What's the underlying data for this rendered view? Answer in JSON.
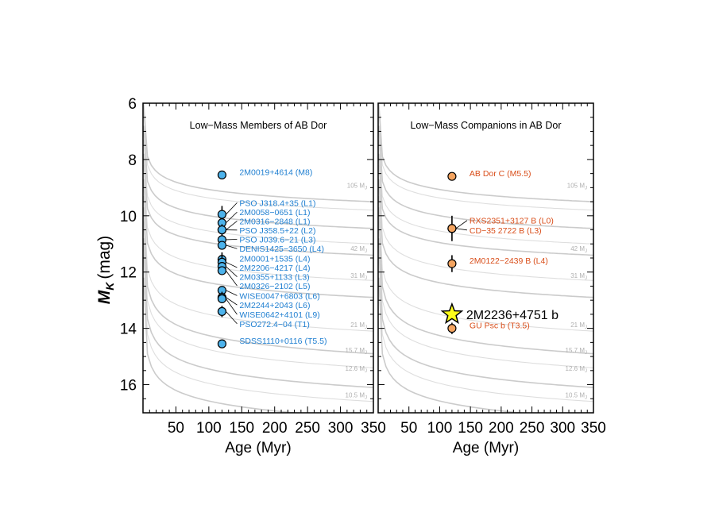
{
  "figure": {
    "ylabel_main": "M",
    "ylabel_sub": "K",
    "ylabel_unit": "(mag)"
  },
  "chart_data": [
    {
      "type": "scatter",
      "title": "Low−Mass Members of AB Dor",
      "xlabel": "Age (Myr)",
      "ylabel": "M_K (mag)",
      "xlim": [
        0,
        350
      ],
      "ylim": [
        17,
        6
      ],
      "x_ticks": [
        50,
        100,
        150,
        200,
        250,
        300,
        350
      ],
      "y_ticks": [
        6,
        8,
        10,
        12,
        14,
        16
      ],
      "point_color": "#4db3ec",
      "label_color": "#1f7fd1",
      "points": [
        {
          "name": "2M0019+4614 (M8)",
          "x": 120,
          "y": 8.55,
          "err": 0.12
        },
        {
          "name": "PSO J318.4+35 (L1)",
          "x": 120,
          "y": 9.95,
          "err": 0.3
        },
        {
          "name": "2M0058−0651 (L1)",
          "x": 120,
          "y": 10.25,
          "err": 0.12
        },
        {
          "name": "2M0316−2848 (L1)",
          "x": 120,
          "y": 10.5,
          "err": 0.15
        },
        {
          "name": "PSO J358.5+22 (L2)",
          "x": 120,
          "y": 10.5,
          "err": 0.2
        },
        {
          "name": "PSO J039.6−21 (L3)",
          "x": 120,
          "y": 10.85,
          "err": 0.2
        },
        {
          "name": "DENIS1425−3650 (L4)",
          "x": 120,
          "y": 11.05,
          "err": 0.1
        },
        {
          "name": "2M0001+1535 (L4)",
          "x": 120,
          "y": 11.55,
          "err": 0.15
        },
        {
          "name": "2M2206−4217 (L4)",
          "x": 120,
          "y": 11.65,
          "err": 0.35
        },
        {
          "name": "2M0355+1133 (L3)",
          "x": 120,
          "y": 11.8,
          "err": 0.1
        },
        {
          "name": "2M0326−2102 (L5)",
          "x": 120,
          "y": 11.95,
          "err": 0.15
        },
        {
          "name": "WISE0047+6803 (L6)",
          "x": 120,
          "y": 12.65,
          "err": 0.12
        },
        {
          "name": "2M2244+2043 (L6)",
          "x": 120,
          "y": 12.9,
          "err": 0.2
        },
        {
          "name": "WISE0642+4101 (L9)",
          "x": 120,
          "y": 12.95,
          "err": 0.15
        },
        {
          "name": "PSO272.4−04 (T1)",
          "x": 120,
          "y": 13.4,
          "err": 0.2
        },
        {
          "name": "SDSS1110+0116 (T5.5)",
          "x": 120,
          "y": 14.55,
          "err": 0.1
        }
      ],
      "label_positions_y": [
        8.55,
        9.65,
        9.98,
        10.3,
        10.62,
        10.95,
        11.28,
        11.62,
        11.95,
        12.28,
        12.6,
        12.95,
        13.28,
        13.62,
        13.95,
        14.55
      ]
    },
    {
      "type": "scatter",
      "title": "Low−Mass Companions in AB Dor",
      "xlabel": "Age (Myr)",
      "ylabel": "M_K (mag)",
      "xlim": [
        0,
        350
      ],
      "ylim": [
        17,
        6
      ],
      "x_ticks": [
        50,
        100,
        150,
        200,
        250,
        300,
        350
      ],
      "y_ticks": [
        6,
        8,
        10,
        12,
        14,
        16
      ],
      "point_color": "#f4a460",
      "label_color": "#d94e1a",
      "points": [
        {
          "name": "AB Dor C (M5.5)",
          "x": 120,
          "y": 8.6,
          "err": 0.12
        },
        {
          "name": "RXS2351+3127 B (L0)",
          "x": 120,
          "y": 10.45,
          "err": 0.45
        },
        {
          "name": "CD−35 2722 B (L3)",
          "x": 120,
          "y": 10.45,
          "err": 0.0
        },
        {
          "name": "2M0122−2439 B (L4)",
          "x": 120,
          "y": 11.7,
          "err": 0.3
        },
        {
          "name": "GU Psc b (T3.5)",
          "x": 120,
          "y": 14.0,
          "err": 0.2
        }
      ],
      "label_positions_y": [
        8.6,
        10.28,
        10.62,
        11.7,
        14.0
      ],
      "highlight": {
        "name": "2M2236+4751 b",
        "x": 120,
        "y": 13.5,
        "color": "#ffff1a"
      }
    }
  ],
  "isochrones": {
    "line_color": "#c8c8c8",
    "labels": [
      {
        "text": "105 M",
        "sub": "J",
        "y": 9.0
      },
      {
        "text": "42 M",
        "sub": "J",
        "y": 11.25
      },
      {
        "text": "31 M",
        "sub": "J",
        "y": 12.2
      },
      {
        "text": "21 M",
        "sub": "J",
        "y": 13.95
      },
      {
        "text": "15.7 M",
        "sub": "J",
        "y": 14.85
      },
      {
        "text": "12.6 M",
        "sub": "J",
        "y": 15.5
      },
      {
        "text": "10.5 M",
        "sub": "J",
        "y": 16.45
      }
    ],
    "tracks": [
      {
        "start": 6.0,
        "end": 9.5
      },
      {
        "start": 6.3,
        "end": 9.8
      },
      {
        "start": 6.8,
        "end": 10.45
      },
      {
        "start": 7.3,
        "end": 11.0
      },
      {
        "start": 7.8,
        "end": 11.4
      },
      {
        "start": 8.2,
        "end": 12.3
      },
      {
        "start": 8.7,
        "end": 12.9
      },
      {
        "start": 9.3,
        "end": 14.1
      },
      {
        "start": 9.7,
        "end": 14.9
      },
      {
        "start": 10.2,
        "end": 15.4
      },
      {
        "start": 10.8,
        "end": 16.1
      },
      {
        "start": 11.4,
        "end": 16.6
      },
      {
        "start": 12.2,
        "end": 17.2
      }
    ]
  }
}
